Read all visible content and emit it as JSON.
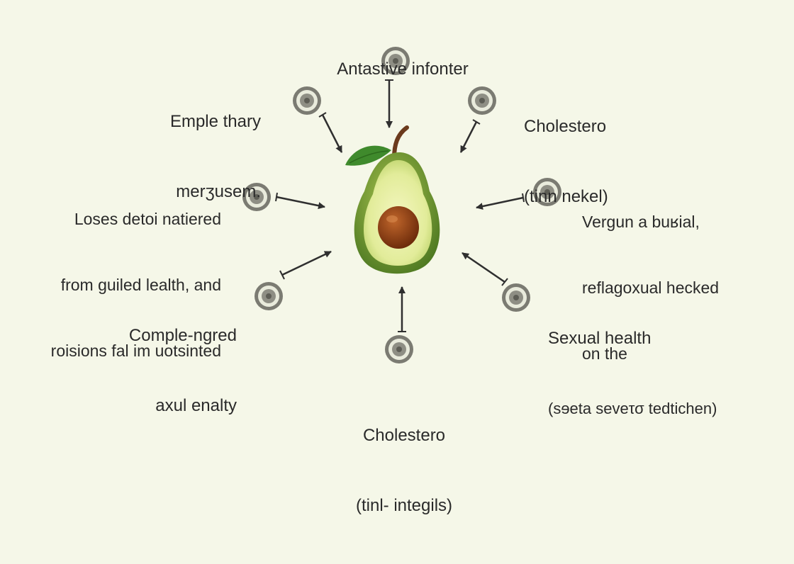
{
  "labels": {
    "top": [
      "Antastive infonter"
    ],
    "top_left": [
      "Emple thary",
      "merʒusem."
    ],
    "top_right": [
      "Cholestero",
      "(tinn nekel)"
    ],
    "mid_left": [
      "Loses detoi natiered",
      "from guiled lealth, and",
      "roisions fal im uotsinted"
    ],
    "mid_right": [
      "Vergun a buʁial,",
      "reflaɡoxual hecked",
      "on the"
    ],
    "bottom_left": [
      "Comple-ngred",
      "axul enalty"
    ],
    "bottom_right": [
      "Sexual health",
      "(sɘeta seveτσ tedtichen)"
    ],
    "bottom": [
      "Cholestero",
      "(tinl- integils)"
    ]
  },
  "colors": {
    "background": "#f5f7e8",
    "arrow": "#2f2f2f",
    "node_ring": "#7b7b72",
    "avocado_skin": "#6f9a34",
    "avocado_flesh": "#eaf0a8",
    "pit": "#8a3e14",
    "leaf": "#3f8a2c"
  },
  "icons": [
    "node-icon",
    "avocado-icon",
    "leaf-icon",
    "arrow-icon"
  ]
}
